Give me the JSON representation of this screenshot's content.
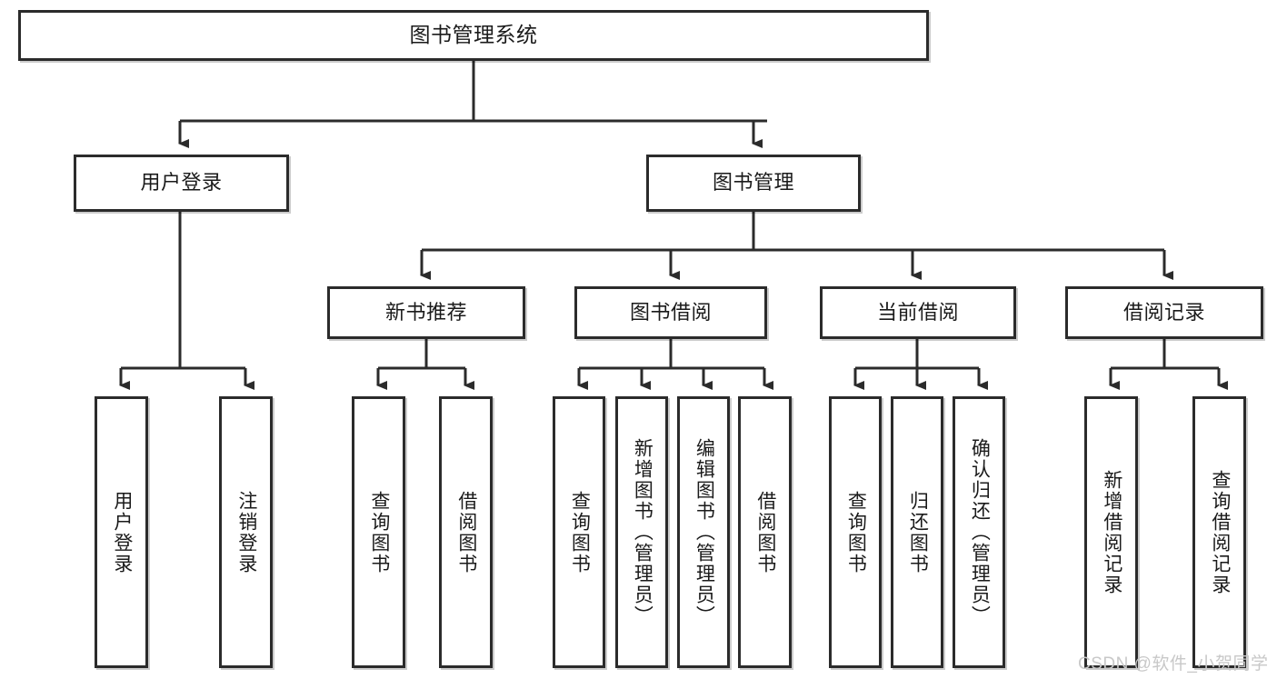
{
  "diagram": {
    "title": "图书管理系统",
    "type": "tree-hierarchy",
    "root": {
      "label": "图书管理系统"
    },
    "level2": [
      {
        "label": "用户登录"
      },
      {
        "label": "图书管理"
      }
    ],
    "level3": [
      {
        "label": "新书推荐"
      },
      {
        "label": "图书借阅"
      },
      {
        "label": "当前借阅"
      },
      {
        "label": "借阅记录"
      }
    ],
    "leaves": {
      "user_login": [
        {
          "label": "用户登录"
        },
        {
          "label": "注销登录"
        }
      ],
      "new_book_recommend": [
        {
          "label": "查询图书"
        },
        {
          "label": "借阅图书"
        }
      ],
      "book_borrow": [
        {
          "label": "查询图书"
        },
        {
          "label": "新增图书（管理员）"
        },
        {
          "label": "编辑图书（管理员）"
        },
        {
          "label": "借阅图书"
        }
      ],
      "current_borrow": [
        {
          "label": "查询图书"
        },
        {
          "label": "归还图书"
        },
        {
          "label": "确认归还（管理员）"
        }
      ],
      "borrow_record": [
        {
          "label": "新增借阅记录"
        },
        {
          "label": "查询借阅记录"
        }
      ]
    }
  },
  "watermark": {
    "text": "CSDN @软件_小贺同学"
  },
  "colors": {
    "stroke": "#2b2b2b",
    "fill": "#ffffff",
    "text": "#1a1a1a",
    "watermark": "#c8c8c8"
  }
}
